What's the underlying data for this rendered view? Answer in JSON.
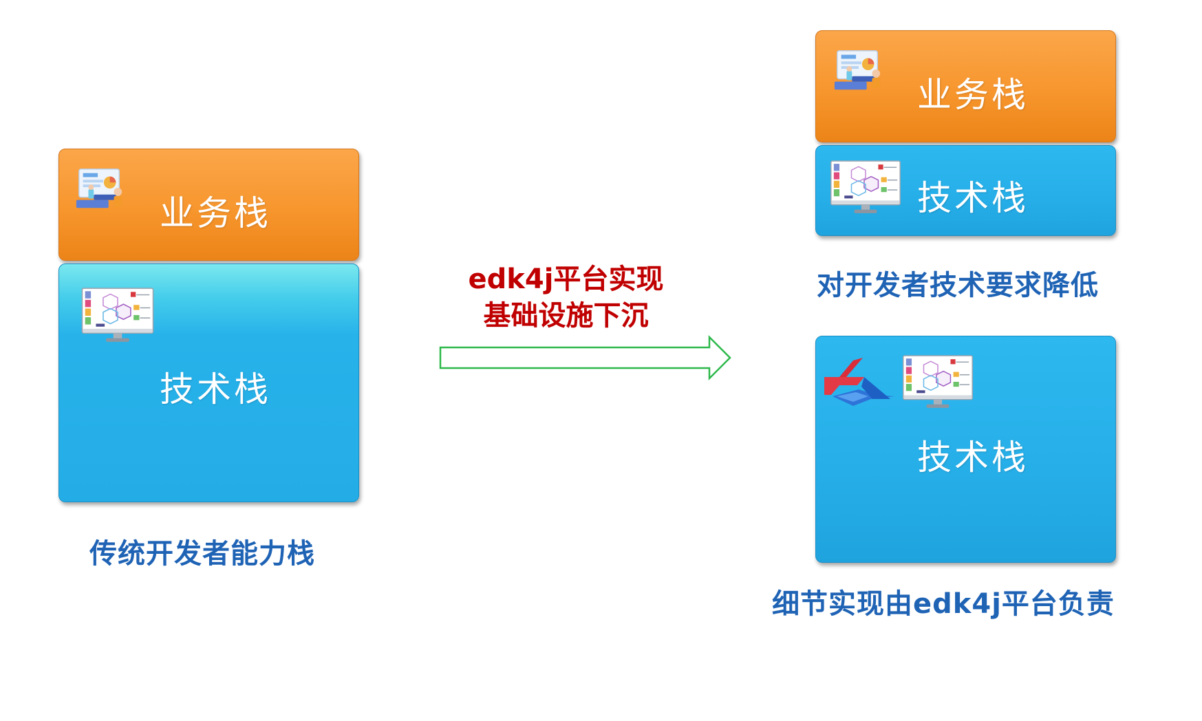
{
  "left": {
    "business_label": "业务栈",
    "tech_label": "技术栈",
    "caption": "传统开发者能力栈"
  },
  "middle": {
    "line1": "edk4j平台实现",
    "line2": "基础设施下沉"
  },
  "right_top": {
    "business_label": "业务栈",
    "tech_label": "技术栈",
    "caption": "对开发者技术要求降低"
  },
  "right_bottom": {
    "tech_label": "技术栈",
    "caption": "细节实现由edk4j平台负责"
  },
  "icons": {
    "business": "business-illustration-icon",
    "tech": "web-design-monitor-icon",
    "platform": "edk4j-logo-icon"
  },
  "colors": {
    "business": "#f7962d",
    "tech": "#26aee8",
    "caption": "#1f63b5",
    "highlight": "#c00000",
    "arrow": "#2db84a"
  }
}
